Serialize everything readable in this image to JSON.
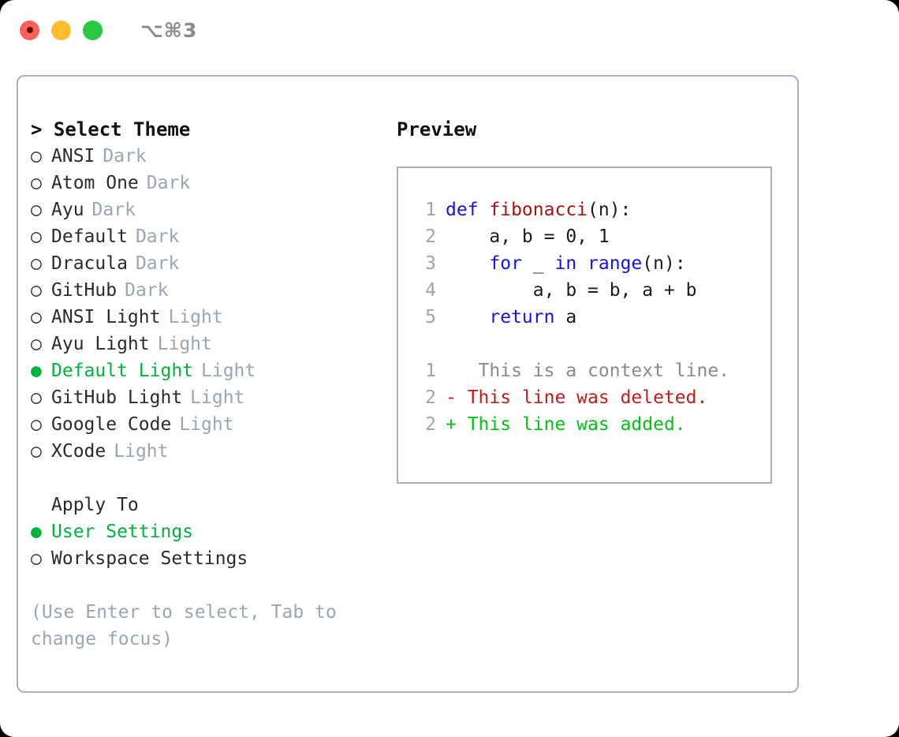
{
  "titlebar": {
    "shortcut": "⌥⌘3",
    "buttons": [
      "close",
      "minimize",
      "maximize"
    ]
  },
  "left": {
    "title": "> Select Theme",
    "themes": [
      {
        "marker": "○",
        "label": "ANSI",
        "badge": "Dark",
        "selected": false
      },
      {
        "marker": "○",
        "label": "Atom One",
        "badge": "Dark",
        "selected": false
      },
      {
        "marker": "○",
        "label": "Ayu",
        "badge": "Dark",
        "selected": false
      },
      {
        "marker": "○",
        "label": "Default",
        "badge": "Dark",
        "selected": false
      },
      {
        "marker": "○",
        "label": "Dracula",
        "badge": "Dark",
        "selected": false
      },
      {
        "marker": "○",
        "label": "GitHub",
        "badge": "Dark",
        "selected": false
      },
      {
        "marker": "○",
        "label": "ANSI Light",
        "badge": "Light",
        "selected": false
      },
      {
        "marker": "○",
        "label": "Ayu Light",
        "badge": "Light",
        "selected": false
      },
      {
        "marker": "●",
        "label": "Default Light",
        "badge": "Light",
        "selected": true
      },
      {
        "marker": "○",
        "label": "GitHub Light",
        "badge": "Light",
        "selected": false
      },
      {
        "marker": "○",
        "label": "Google Code",
        "badge": "Light",
        "selected": false
      },
      {
        "marker": "○",
        "label": "XCode",
        "badge": "Light",
        "selected": false
      }
    ],
    "apply_to_title": "Apply To",
    "apply_options": [
      {
        "marker": "●",
        "label": "User Settings",
        "selected": true
      },
      {
        "marker": "○",
        "label": "Workspace Settings",
        "selected": false
      }
    ],
    "hint": "(Use Enter to select, Tab to change focus)"
  },
  "right": {
    "title": "Preview",
    "code_lines": [
      {
        "number": "1",
        "tokens": [
          {
            "text": "def ",
            "type": "kw"
          },
          {
            "text": "fibonacci",
            "type": "fn"
          },
          {
            "text": "(n):",
            "type": "plain"
          }
        ]
      },
      {
        "number": "2",
        "tokens": [
          {
            "text": "    a, b = 0, 1",
            "type": "plain"
          }
        ]
      },
      {
        "number": "3",
        "tokens": [
          {
            "text": "    ",
            "type": "plain"
          },
          {
            "text": "for",
            "type": "kw"
          },
          {
            "text": " _ ",
            "type": "plain"
          },
          {
            "text": "in ",
            "type": "kw"
          },
          {
            "text": "range",
            "type": "kw"
          },
          {
            "text": "(n):",
            "type": "plain"
          }
        ]
      },
      {
        "number": "4",
        "tokens": [
          {
            "text": "        a, b = b, a + b",
            "type": "plain"
          }
        ]
      },
      {
        "number": "5",
        "tokens": [
          {
            "text": "    ",
            "type": "plain"
          },
          {
            "text": "return",
            "type": "kw"
          },
          {
            "text": " a",
            "type": "plain"
          }
        ]
      }
    ],
    "diff_lines": [
      {
        "number": "1",
        "sign": " ",
        "text": "  This is a context line.",
        "kind": "context"
      },
      {
        "number": "2",
        "sign": "-",
        "text": " This line was deleted.",
        "kind": "delete"
      },
      {
        "number": "2",
        "sign": "+",
        "text": " This line was added.",
        "kind": "add"
      }
    ]
  },
  "colors": {
    "selected_green": "#00b33c",
    "badge_gray": "#9aa6b4",
    "keyword_blue": "#1414e6",
    "function_red": "#a31515",
    "diff_delete": "#c21d18",
    "diff_add": "#00c314",
    "border": "#a8b2bf"
  }
}
